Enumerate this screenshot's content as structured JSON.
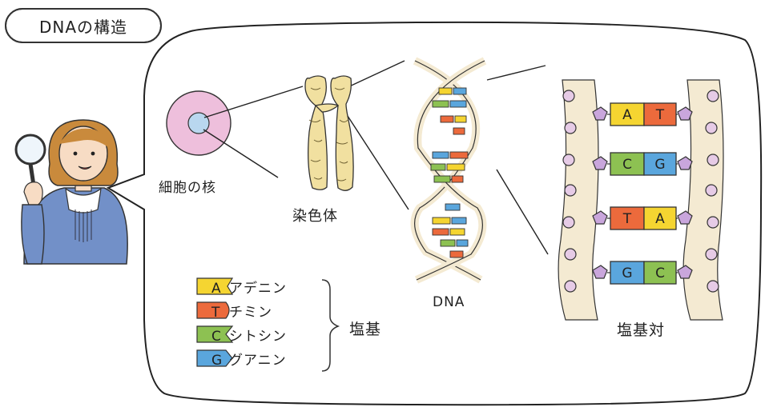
{
  "title": "DNAの構造",
  "labels": {
    "nucleus": "細胞の核",
    "chromosome": "染色体",
    "dna": "DNA",
    "base_pair": "塩基対"
  },
  "legend": {
    "group_label": "塩基",
    "items": [
      {
        "letter": "A",
        "name": "アデニン",
        "color": "#f5d531"
      },
      {
        "letter": "T",
        "name": "チミン",
        "color": "#ec6a3c"
      },
      {
        "letter": "C",
        "name": "シトシン",
        "color": "#8dc152"
      },
      {
        "letter": "G",
        "name": "グアニン",
        "color": "#5aa6dd"
      }
    ]
  },
  "pairs": [
    {
      "left": "A",
      "right": "T"
    },
    {
      "left": "C",
      "right": "G"
    },
    {
      "left": "T",
      "right": "A"
    },
    {
      "left": "G",
      "right": "C"
    }
  ],
  "colors": {
    "A": "#f5d531",
    "T": "#ec6a3c",
    "C": "#8dc152",
    "G": "#5aa6dd",
    "backbone": "#f4ead2",
    "phosphate": "#e6cbe6",
    "sugar": "#c9a6dc",
    "cell": "#eebfdc",
    "nucleus_core": "#b9d7ef",
    "sweater": "#6f8fc6",
    "hair": "#c98a3c"
  }
}
